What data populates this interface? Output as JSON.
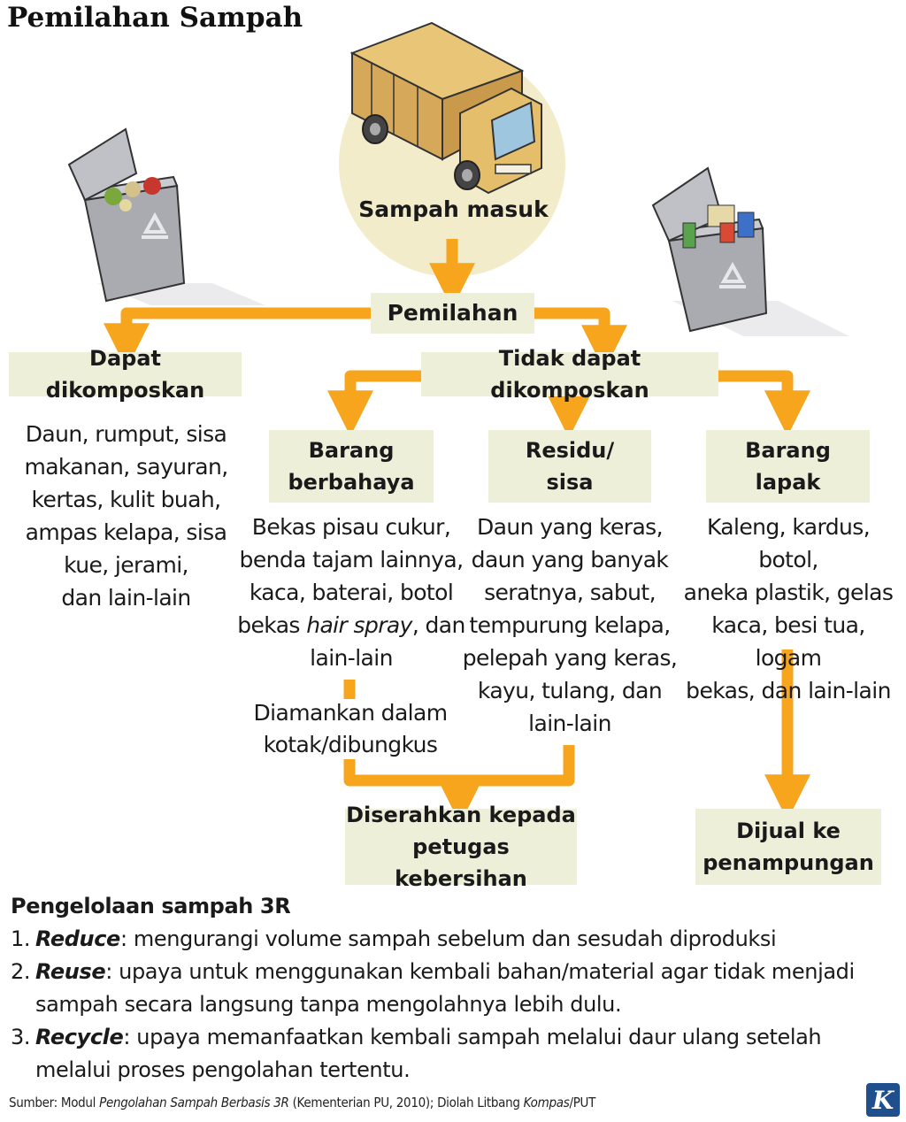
{
  "title": "Pemilahan Sampah",
  "colors": {
    "arrow": "#f7a51c",
    "box": "#eeefd9",
    "circle": "#f2ecca"
  },
  "nodes": {
    "masuk": "Sampah masuk",
    "pemilahan": "Pemilahan",
    "kompos": "Dapat dikomposkan",
    "tidak_kompos": "Tidak dapat dikomposkan",
    "berbahaya": [
      "Barang",
      "berbahaya"
    ],
    "residu": [
      "Residu/",
      "sisa"
    ],
    "lapak": [
      "Barang",
      "lapak"
    ],
    "serahkan": [
      "Diserahkan kepada",
      "petugas kebersihan"
    ],
    "dijual": [
      "Dijual ke",
      "penampungan"
    ]
  },
  "descriptions": {
    "kompos": [
      "Daun, rumput, sisa",
      "makanan, sayuran,",
      "kertas, kulit buah,",
      "ampas kelapa, sisa",
      "kue, jerami,",
      "dan lain-lain"
    ],
    "berbahaya": {
      "l1": "Bekas pisau cukur,",
      "l2": "benda tajam lainnya,",
      "l3": "kaca, baterai, botol",
      "l4_pre": "bekas ",
      "l4_italic": "hair spray",
      "l4_post": ", dan",
      "l5": "lain-lain"
    },
    "diamankan": [
      "Diamankan dalam",
      "kotak/dibungkus"
    ],
    "residu": [
      "Daun yang keras,",
      "daun yang banyak",
      "seratnya, sabut,",
      "tempurung kelapa,",
      "pelepah yang keras,",
      "kayu, tulang, dan",
      "lain-lain"
    ],
    "lapak": [
      "Kaleng, kardus, botol,",
      "aneka plastik, gelas",
      "kaca, besi tua, logam",
      "bekas, dan lain-lain"
    ]
  },
  "three_r": {
    "heading": "Pengelolaan sampah 3R",
    "items": [
      {
        "num": "1.",
        "term": "Reduce",
        "lines": [
          ": mengurangi volume sampah sebelum dan sesudah diproduksi"
        ]
      },
      {
        "num": "2.",
        "term": "Reuse",
        "lines": [
          ": upaya untuk menggunakan kembali bahan/material agar tidak menjadi",
          "sampah secara langsung tanpa mengolahnya lebih dulu."
        ]
      },
      {
        "num": "3.",
        "term": "Recycle",
        "lines": [
          ": upaya memanfaatkan kembali sampah melalui daur ulang setelah",
          "melalui proses pengolahan tertentu."
        ]
      }
    ]
  },
  "source": {
    "pre": "Sumber: Modul ",
    "italic1": "Pengolahan Sampah Berbasis 3R",
    "mid": " (Kementerian PU, 2010); Diolah Litbang ",
    "italic2": "Kompas",
    "post": "/PUT"
  },
  "logo": "K"
}
